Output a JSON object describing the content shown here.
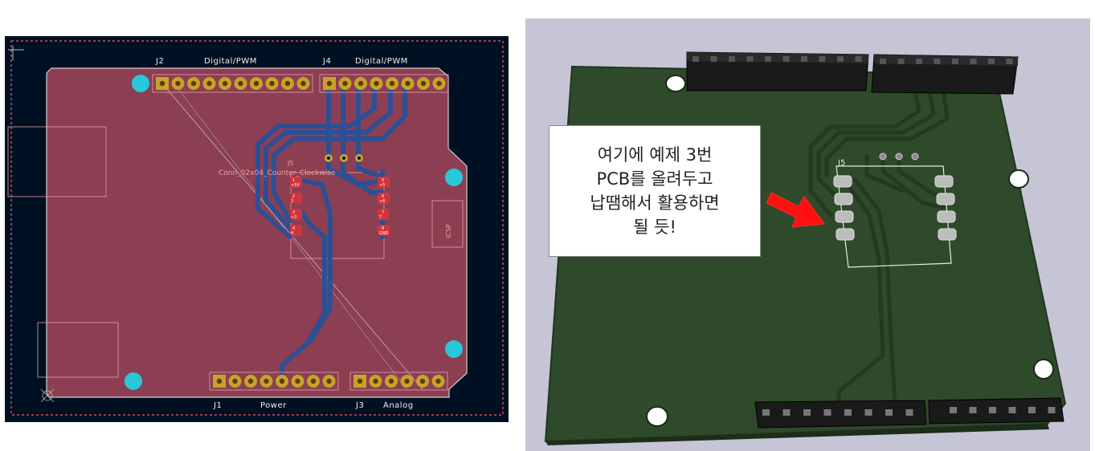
{
  "pcb_layout": {
    "connectors": [
      {
        "ref": "J2",
        "name": "Digital/PWM"
      },
      {
        "ref": "J4",
        "name": "Digital/PWM"
      },
      {
        "ref": "J1",
        "name": "Power"
      },
      {
        "ref": "J3",
        "name": "Analog"
      }
    ],
    "footprint": {
      "ref": "J5",
      "value": "Conn_02x04_Counter_Clockwise"
    },
    "icsp_label": "ICSP",
    "pads_left": [
      {
        "num": "1",
        "net": "+5V"
      },
      {
        "num": "2",
        "net": "2"
      },
      {
        "num": "3",
        "net": "+3"
      },
      {
        "num": "4",
        "net": "4"
      }
    ],
    "pads_right": [
      {
        "num": "5",
        "net": "+5"
      },
      {
        "num": "6",
        "net": "+6"
      },
      {
        "num": "7",
        "net": "7"
      },
      {
        "num": "8",
        "net": "GND"
      }
    ]
  },
  "render3d": {
    "footprint_ref": "J5"
  },
  "callout": {
    "text": "여기에 예제 3번\nPCB를 올려두고\n납땜해서 활용하면\n될 듯!"
  },
  "colors": {
    "layout_background": "#001023",
    "board_fill": "#8c3f52",
    "copper_trace": "#2e4f93",
    "pad_gold": "#c8a22a",
    "pad_red": "#d0343c",
    "mounting_hole": "#27c8d8",
    "render_background": "#c5c5d6",
    "render_board": "#2f4a2a",
    "arrow": "#ff1010"
  }
}
